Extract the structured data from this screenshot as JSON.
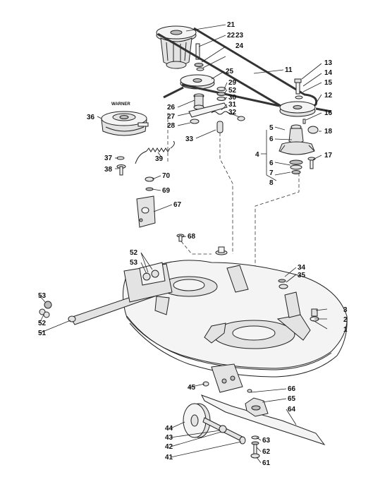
{
  "clutch_brand": "WARNER",
  "callouts": [
    {
      "id": "c1",
      "label": "1"
    },
    {
      "id": "c2",
      "label": "2"
    },
    {
      "id": "c3",
      "label": "3"
    },
    {
      "id": "c4",
      "label": "4"
    },
    {
      "id": "c5",
      "label": "5"
    },
    {
      "id": "c6a",
      "label": "6"
    },
    {
      "id": "c6b",
      "label": "6"
    },
    {
      "id": "c7",
      "label": "7"
    },
    {
      "id": "c8",
      "label": "8"
    },
    {
      "id": "c11",
      "label": "11"
    },
    {
      "id": "c12",
      "label": "12"
    },
    {
      "id": "c13",
      "label": "13"
    },
    {
      "id": "c14",
      "label": "14"
    },
    {
      "id": "c15",
      "label": "15"
    },
    {
      "id": "c16",
      "label": "16"
    },
    {
      "id": "c17",
      "label": "17"
    },
    {
      "id": "c18",
      "label": "18"
    },
    {
      "id": "c21",
      "label": "21"
    },
    {
      "id": "c22",
      "label": "22"
    },
    {
      "id": "c23",
      "label": "23"
    },
    {
      "id": "c24",
      "label": "24"
    },
    {
      "id": "c25",
      "label": "25"
    },
    {
      "id": "c26",
      "label": "26"
    },
    {
      "id": "c27",
      "label": "27"
    },
    {
      "id": "c28",
      "label": "28"
    },
    {
      "id": "c29",
      "label": "29"
    },
    {
      "id": "c52a",
      "label": "52"
    },
    {
      "id": "c30",
      "label": "30"
    },
    {
      "id": "c31",
      "label": "31"
    },
    {
      "id": "c32",
      "label": "32"
    },
    {
      "id": "c33",
      "label": "33"
    },
    {
      "id": "c34",
      "label": "34"
    },
    {
      "id": "c35",
      "label": "35"
    },
    {
      "id": "c36",
      "label": "36"
    },
    {
      "id": "c37",
      "label": "37"
    },
    {
      "id": "c38",
      "label": "38"
    },
    {
      "id": "c39",
      "label": "39"
    },
    {
      "id": "c70",
      "label": "70"
    },
    {
      "id": "c69",
      "label": "69"
    },
    {
      "id": "c67",
      "label": "67"
    },
    {
      "id": "c68",
      "label": "68"
    },
    {
      "id": "c52b",
      "label": "52"
    },
    {
      "id": "c53a",
      "label": "53"
    },
    {
      "id": "c53b",
      "label": "53"
    },
    {
      "id": "c52c",
      "label": "52"
    },
    {
      "id": "c51",
      "label": "51"
    },
    {
      "id": "c45",
      "label": "45"
    },
    {
      "id": "c66",
      "label": "66"
    },
    {
      "id": "c65",
      "label": "65"
    },
    {
      "id": "c64",
      "label": "64"
    },
    {
      "id": "c44",
      "label": "44"
    },
    {
      "id": "c43",
      "label": "43"
    },
    {
      "id": "c42",
      "label": "42"
    },
    {
      "id": "c41",
      "label": "41"
    },
    {
      "id": "c63",
      "label": "63"
    },
    {
      "id": "c62",
      "label": "62"
    },
    {
      "id": "c61",
      "label": "61"
    }
  ]
}
